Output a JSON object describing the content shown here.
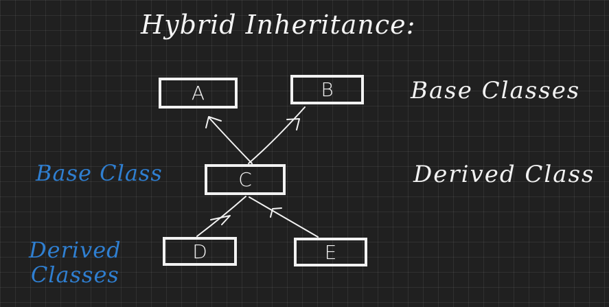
{
  "title": "Hybrid Inheritance:",
  "nodes": {
    "a": "A",
    "b": "B",
    "c": "C",
    "d": "D",
    "e": "E"
  },
  "labels": {
    "base_classes": "Base Classes",
    "derived_class": "Derived Class",
    "base_class_left": "Base Class",
    "derived_classes_left_line1": "Derived",
    "derived_classes_left_line2": "Classes"
  },
  "colors": {
    "background": "#202020",
    "ink": "#f2f2f2",
    "blue_ink": "#2f7fd1"
  }
}
